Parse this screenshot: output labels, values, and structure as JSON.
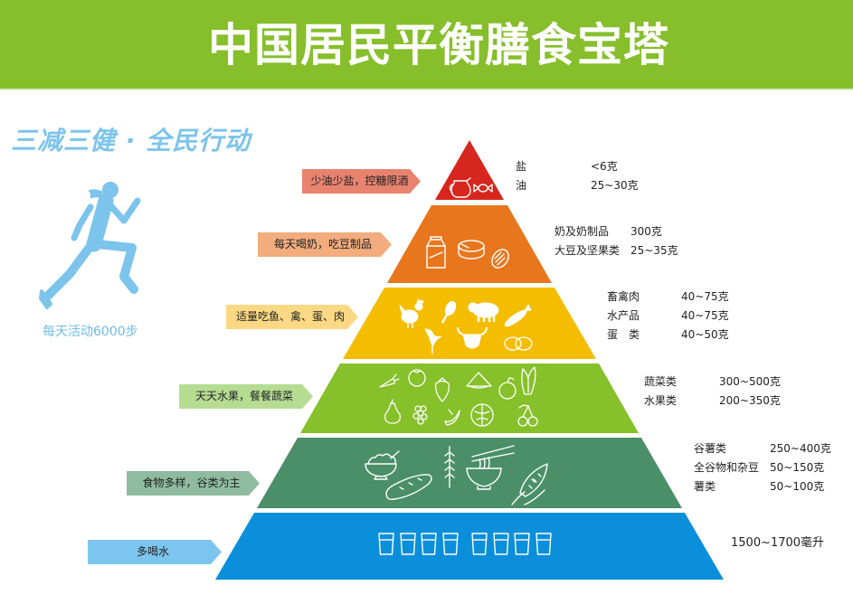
{
  "header": {
    "title": "中国居民平衡膳食宝塔",
    "bg_color": "#86bf2b"
  },
  "slogan": {
    "text": "三减三健 · 全民行动",
    "color": "#7cc4ec"
  },
  "activity": {
    "icon": "runner-icon",
    "label": "每天活动6000步",
    "color": "#6fbbe8"
  },
  "pyramid": {
    "tiers": [
      {
        "level": 1,
        "color": "#d7261e",
        "advice": "少油少盐，控糖限酒",
        "advice_color": "#e8836f",
        "icons": [
          "oil-jug-icon",
          "candy-icon"
        ],
        "items": [
          {
            "name": "盐",
            "amount": "<6克"
          },
          {
            "name": "油",
            "amount": "25~30克"
          }
        ]
      },
      {
        "level": 2,
        "color": "#e8761d",
        "advice": "每天喝奶，吃豆制品",
        "advice_color": "#f2ac7e",
        "icons": [
          "milk-carton-icon",
          "cheese-icon",
          "almond-icon"
        ],
        "items": [
          {
            "name": "奶及奶制品",
            "amount": "300克"
          },
          {
            "name": "大豆及坚果类",
            "amount": "25~35克"
          }
        ]
      },
      {
        "level": 3,
        "color": "#f5bd00",
        "advice": "适量吃鱼、禽、蛋、肉",
        "advice_color": "#fbd884",
        "icons": [
          "rooster-icon",
          "drumstick-icon",
          "pig-icon",
          "fish-icon",
          "bird-icon",
          "cow-icon",
          "eggs-icon"
        ],
        "items": [
          {
            "name": "畜禽肉",
            "amount": "40~75克"
          },
          {
            "name": "水产品",
            "amount": "40~75克"
          },
          {
            "name": "蛋　类",
            "amount": "40~50克"
          }
        ]
      },
      {
        "level": 4,
        "color": "#86c02a",
        "advice": "天天水果，餐餐蔬菜",
        "advice_color": "#b6dc92",
        "icons": [
          "carrot-icon",
          "tomato-icon",
          "strawberry-icon",
          "watermelon-icon",
          "apple-icon",
          "bok-choy-icon",
          "pear-icon",
          "grapes-icon",
          "banana-icon",
          "cabbage-icon",
          "cherry-icon"
        ],
        "items": [
          {
            "name": "蔬菜类",
            "amount": "300~500克"
          },
          {
            "name": "水果类",
            "amount": "200~350克"
          }
        ]
      },
      {
        "level": 5,
        "color": "#4a8f68",
        "advice": "食物多样，谷类为主",
        "advice_color": "#8fbca0",
        "icons": [
          "rice-bowl-icon",
          "bread-icon",
          "wheat-icon",
          "noodle-bowl-icon",
          "corn-icon"
        ],
        "items": [
          {
            "name": "谷薯类",
            "amount": "250~400克"
          },
          {
            "name": "全谷物和杂豆",
            "amount": "50~150克"
          },
          {
            "name": "薯类",
            "amount": "50~100克"
          }
        ]
      },
      {
        "level": 6,
        "color": "#0b8fdb",
        "advice": "多喝水",
        "advice_color": "#7cc5ef",
        "icons": [
          "water-glass-icon"
        ],
        "glass_count": 8,
        "items": [
          {
            "name": "",
            "amount": "1500~1700毫升"
          }
        ]
      }
    ]
  }
}
